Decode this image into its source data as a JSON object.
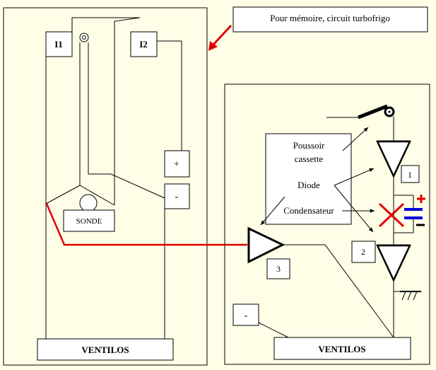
{
  "note": "Pour mémoire, circuit turbofrigo",
  "left_panel": {
    "i1": "I1",
    "i2": "I2",
    "plus": "+",
    "minus": "-",
    "sonde": "SONDE",
    "ventilos": "VENTILOS"
  },
  "right_panel": {
    "poussoir_line1": "Poussoir",
    "poussoir_line2": "cassette",
    "diode": "Diode",
    "condensateur": "Condensateur",
    "num1": "1",
    "num2": "2",
    "num3": "3",
    "minus": "-",
    "ventilos": "VENTILOS",
    "cap_plus": "+",
    "cap_minus": "–"
  },
  "colors": {
    "background": "#ffffe8",
    "red_wire": "#e00000",
    "capacitor": "#0000dd"
  },
  "icons": [
    "probe-icon",
    "switch-icon",
    "diode-icon",
    "capacitor-icon",
    "ground-icon",
    "amplifier-icon",
    "cross-out-icon",
    "arrow-icon"
  ]
}
